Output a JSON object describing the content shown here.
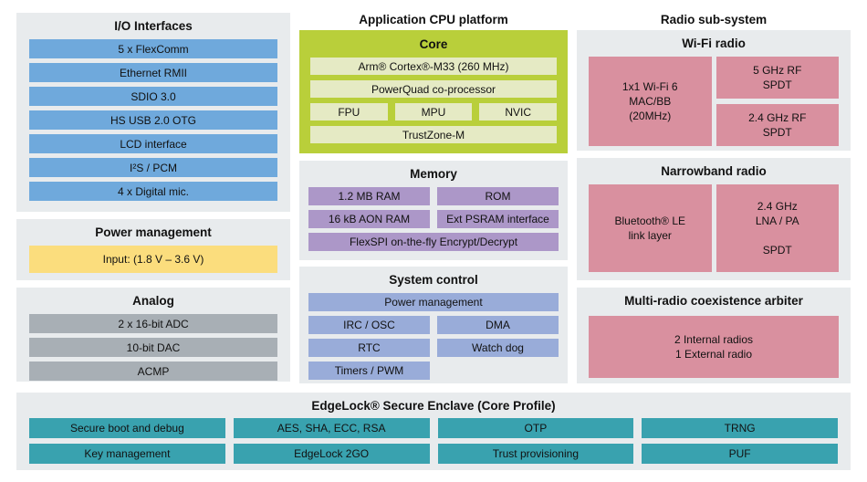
{
  "colors": {
    "page_bg": "#FFFFFF",
    "panel_bg": "#E8EBED",
    "io_bar_blue": "#6FA9DC",
    "power_yellow": "#FBDD7D",
    "analog_gray": "#A8AFB5",
    "core_green": "#B9CF3A",
    "core_inner_green": "#E5EAC4",
    "memory_purple": "#AC97C8",
    "system_periwinkle": "#99ACD9",
    "radio_pink": "#D9909F",
    "edgelock_teal": "#39A2AF"
  },
  "io": {
    "title": "I/O Interfaces",
    "items": [
      "5 x FlexComm",
      "Ethernet RMII",
      "SDIO 3.0",
      "HS USB 2.0 OTG",
      "LCD interface",
      "I²S / PCM",
      "4 x Digital mic."
    ]
  },
  "power": {
    "title": "Power management",
    "input": "Input: (1.8 V – 3.6 V)"
  },
  "analog": {
    "title": "Analog",
    "items": [
      "2 x 16-bit ADC",
      "10-bit DAC",
      "ACMP"
    ]
  },
  "cpu": {
    "section_title": "Application CPU platform",
    "core": {
      "title": "Core",
      "bar1": "Arm® Cortex®-M33 (260 MHz)",
      "bar2": "PowerQuad co-processor",
      "trio": [
        "FPU",
        "MPU",
        "NVIC"
      ],
      "bar3": "TrustZone-M"
    }
  },
  "memory": {
    "title": "Memory",
    "cells": [
      "1.2 MB RAM",
      "ROM",
      "16 kB AON RAM",
      "Ext PSRAM interface"
    ],
    "full": "FlexSPI on-the-fly Encrypt/Decrypt"
  },
  "system_control": {
    "title": "System control",
    "full": "Power management",
    "cells": [
      "IRC / OSC",
      "DMA",
      "RTC",
      "Watch dog",
      "Timers / PWM"
    ]
  },
  "radio": {
    "section_title": "Radio sub-system",
    "wifi": {
      "title": "Wi-Fi radio",
      "mac": "1x1 Wi-Fi 6\nMAC/BB\n(20MHz)",
      "spdt5": "5 GHz RF\nSPDT",
      "spdt24": "2.4 GHz RF\nSPDT"
    },
    "narrowband": {
      "title": "Narrowband radio",
      "ble": "Bluetooth® LE\nlink layer",
      "lna": "2.4 GHz\nLNA / PA\n\nSPDT"
    },
    "coex": {
      "title": "Multi-radio coexistence arbiter",
      "box": "2 Internal radios\n1 External radio"
    }
  },
  "edgelock": {
    "title": "EdgeLock® Secure Enclave (Core Profile)",
    "items": [
      "Secure boot and debug",
      "AES, SHA, ECC, RSA",
      "OTP",
      "TRNG",
      "Key management",
      "EdgeLock 2GO",
      "Trust provisioning",
      "PUF"
    ]
  }
}
